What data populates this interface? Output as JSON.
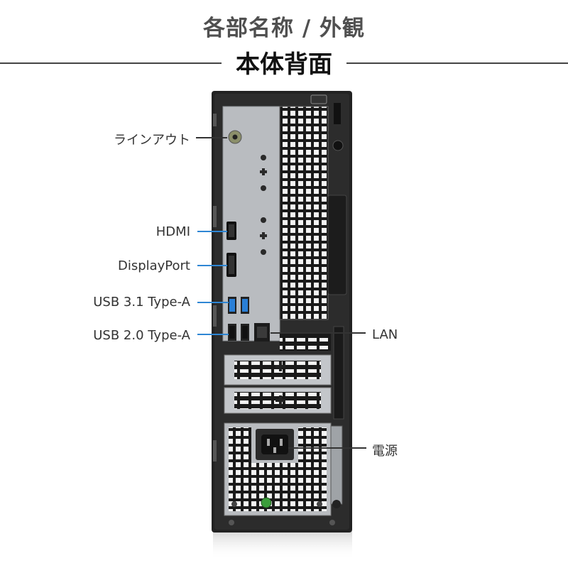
{
  "header": {
    "title": "各部名称 / 外観",
    "subtitle": "本体背面"
  },
  "ports": {
    "line_out": "ラインアウト",
    "hdmi": "HDMI",
    "displayport": "DisplayPort",
    "usb31": "USB 3.1 Type-A",
    "usb20": "USB 2.0 Type-A",
    "lan": "LAN",
    "power": "電源"
  },
  "colors": {
    "chassis": "#222222",
    "panel": "#b9bcc0",
    "leader_blue": "#2e86d4",
    "usb3_blue": "#2a7fd6",
    "power_led": "#3a9d3a"
  }
}
